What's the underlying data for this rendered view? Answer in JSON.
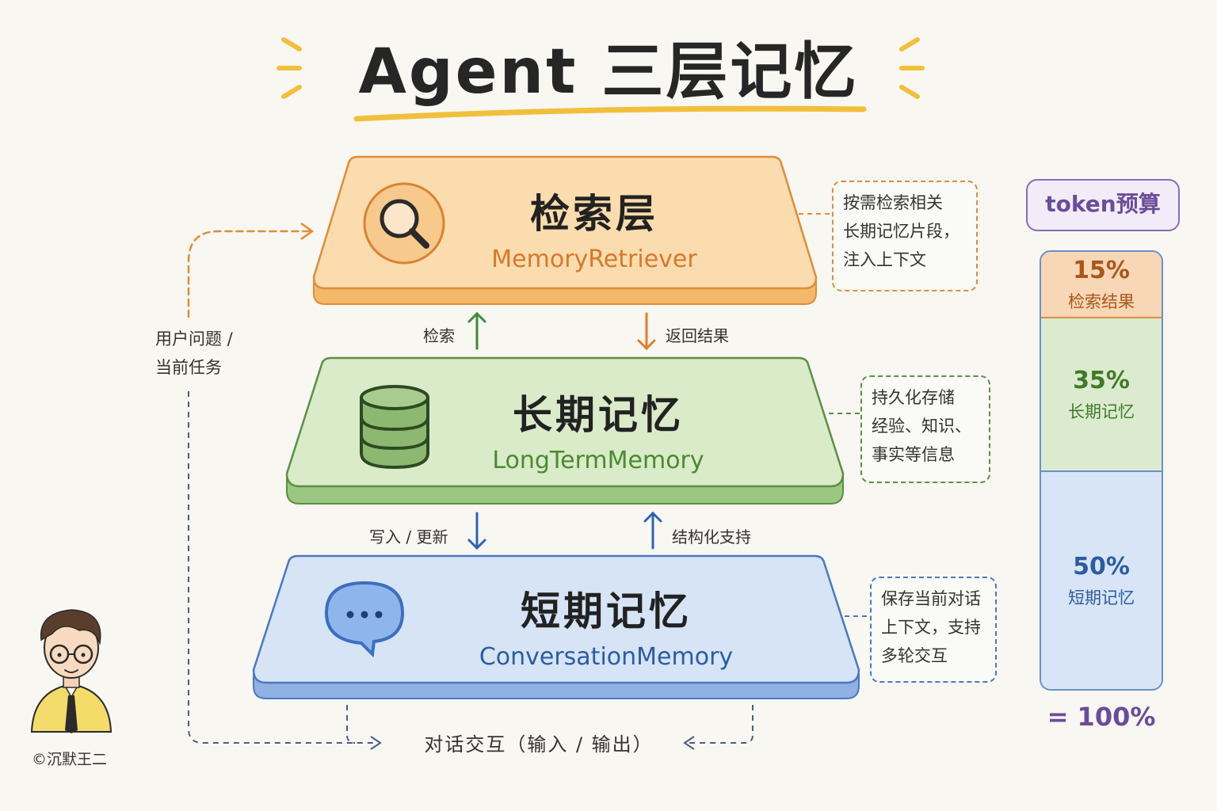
{
  "title": "Agent 三层记忆",
  "layers": [
    {
      "name": "检索层",
      "class_name": "MemoryRetriever",
      "note": [
        "按需检索相关",
        "长期记忆片段，",
        "注入上下文"
      ]
    },
    {
      "name": "长期记忆",
      "class_name": "LongTermMemory",
      "note": [
        "持久化存储",
        "经验、知识、",
        "事实等信息"
      ]
    },
    {
      "name": "短期记忆",
      "class_name": "ConversationMemory",
      "note": [
        "保存当前对话",
        "上下文，支持",
        "多轮交互"
      ]
    }
  ],
  "arrows": {
    "retrieve": "检索",
    "return_results": "返回结果",
    "write_update": "写入 / 更新",
    "structured_support": "结构化支持"
  },
  "side_label": [
    "用户问题 /",
    "当前任务"
  ],
  "dialog_label": "对话交互（输入 / 输出）",
  "token_budget": {
    "title": "token预算",
    "segments": [
      {
        "percent": "15%",
        "label": "检索结果",
        "value": 15
      },
      {
        "percent": "35%",
        "label": "长期记忆",
        "value": 35
      },
      {
        "percent": "50%",
        "label": "短期记忆",
        "value": 50
      }
    ],
    "total": "= 100%"
  },
  "copyright": "©沉默王二",
  "colors": {
    "retriever": "#f2a85a",
    "long_term": "#7fb069",
    "short_term": "#6b96d6",
    "budget": "#8c6bb8"
  },
  "icons": {
    "retriever": "magnifier-icon",
    "long_term": "database-icon",
    "short_term": "chat-bubble-icon"
  }
}
